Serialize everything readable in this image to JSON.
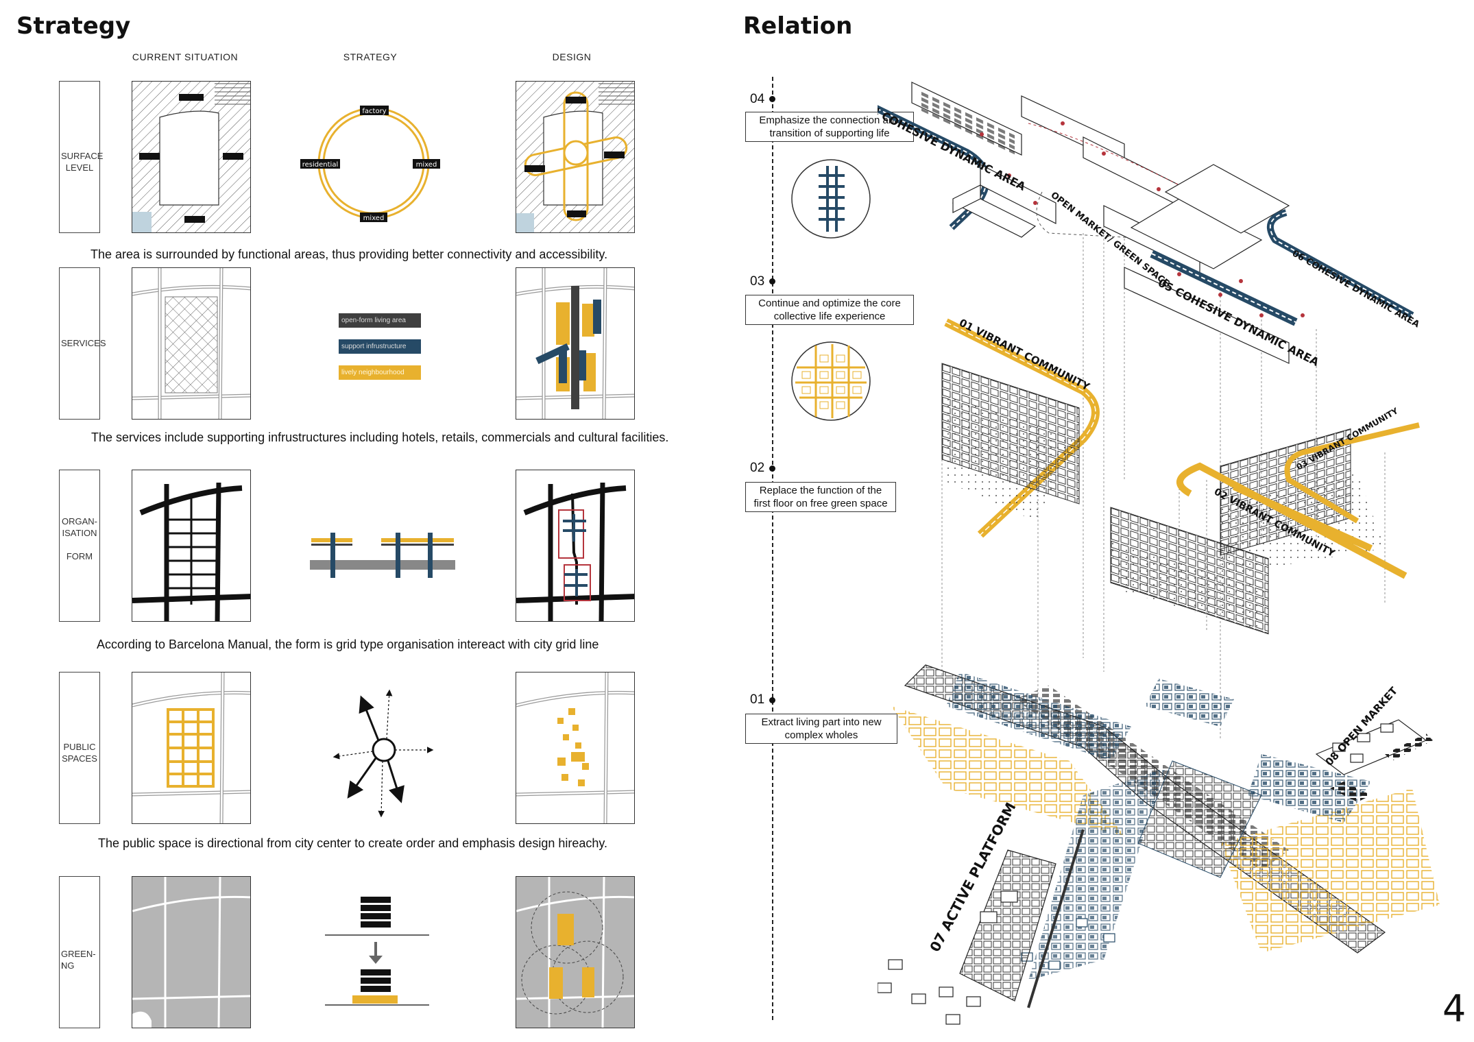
{
  "strategy": {
    "title": "Strategy",
    "columns": [
      "CURRENT SITUATION",
      "STRATEGY",
      "DESIGN"
    ],
    "rows": [
      {
        "label_lines": [
          "SURFACE",
          "LEVEL"
        ],
        "caption": "The area is surrounded by functional areas, thus providing better connectivity and accessibility."
      },
      {
        "label_lines": [
          "SERVICES"
        ],
        "caption": "The services include supporting infrustructures including hotels, retails, commercials and cultural facilities."
      },
      {
        "label_lines": [
          "ORGAN-",
          "ISATION",
          "",
          "FORM"
        ],
        "caption": "According to Barcelona Manual, the form is grid type organisation intereact with city grid line"
      },
      {
        "label_lines": [
          "PUBLIC",
          "SPACES"
        ],
        "caption": "The public space is directional from city center to create order and emphasis design hireachy."
      },
      {
        "label_lines": [
          "GREEN-I",
          "NG"
        ],
        "caption": ""
      }
    ],
    "ring_labels": {
      "top": "factory",
      "left": "residential",
      "right": "mixed",
      "bottom": "mixed"
    },
    "legend": [
      {
        "label": "open-form living area",
        "color": "#3f3f3f"
      },
      {
        "label": "support infrustructure",
        "color": "#264a66"
      },
      {
        "label": "lively neighbourhood",
        "color": "#e8b12e"
      }
    ]
  },
  "relation": {
    "title": "Relation",
    "steps": [
      {
        "num": "04",
        "text_lines": [
          "Emphasize the connection and",
          "transition of supporting life"
        ]
      },
      {
        "num": "03",
        "text_lines": [
          "Continue and optimize the core",
          "collective life experience"
        ]
      },
      {
        "num": "02",
        "text_lines": [
          "Replace the function of the",
          "first floor on free green space"
        ]
      },
      {
        "num": "01",
        "text_lines": [
          "Extract living part into new",
          "complex wholes"
        ]
      }
    ],
    "axon_labels": {
      "a04": "04 COHESIVE DYNAMIC AREA",
      "a05": "05 COHESIVE DYNAMIC AREA",
      "a06": "06 COHESIVE DYNAMIC AREA",
      "open_market_green": "OPEN MARKET/ GREEN SPACE",
      "a01": "01 VIBRANT COMMUNITY",
      "a02": "02 VIBRANT COMMUNITY",
      "a03": "03 VIBRANT COMMUNITY",
      "a07": "07 ACTIVE PLATFORM",
      "a08": "08 OPEN MARKET"
    }
  },
  "page_number": "4",
  "colors": {
    "yellow": "#e8b12e",
    "navy": "#264a66",
    "grey": "#aaaaaa",
    "red": "#b5343c"
  }
}
